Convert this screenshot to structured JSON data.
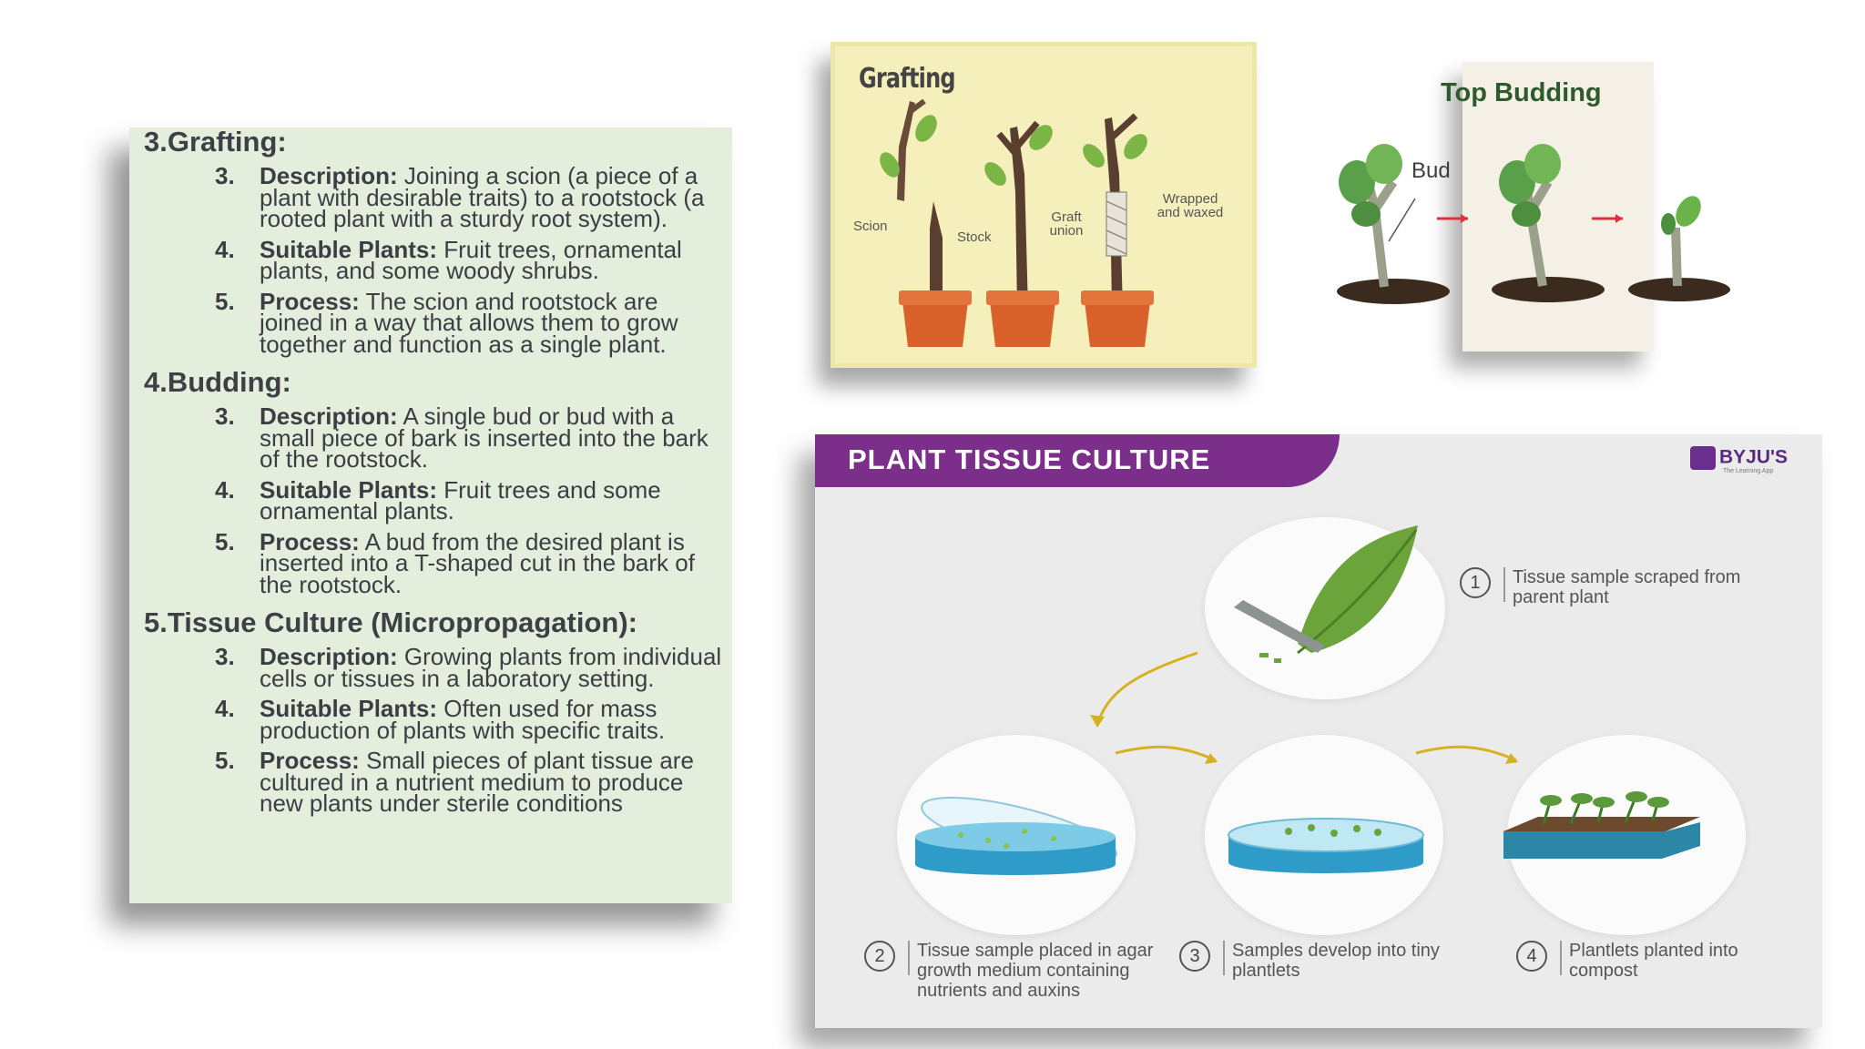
{
  "text_panel": {
    "sections": [
      {
        "title": "3.Grafting:",
        "points": [
          {
            "num": "3.",
            "label": "Description:",
            "text": " Joining a scion (a piece of a plant with desirable traits) to a rootstock (a rooted plant with a sturdy root system)."
          },
          {
            "num": "4.",
            "label": "Suitable Plants:",
            "text": " Fruit trees, ornamental plants, and some woody shrubs."
          },
          {
            "num": "5.",
            "label": "Process:",
            "text": " The scion and rootstock are joined in a way that allows them to grow together and function as a single plant."
          }
        ]
      },
      {
        "title": "4.Budding:",
        "points": [
          {
            "num": "3.",
            "label": "Description:",
            "text": " A single bud or bud with a small piece of bark is inserted into the bark of the rootstock."
          },
          {
            "num": "4.",
            "label": "Suitable Plants:",
            "text": " Fruit trees and some ornamental plants."
          },
          {
            "num": "5.",
            "label": "Process:",
            "text": " A bud from the desired plant is inserted into a T-shaped cut in the bark of the rootstock."
          }
        ]
      },
      {
        "title": "5.Tissue Culture (Micropropagation):",
        "points": [
          {
            "num": "3.",
            "label": "Description:",
            "text": " Growing plants from individual cells or tissues in a laboratory setting."
          },
          {
            "num": "4.",
            "label": "Suitable Plants:",
            "text": " Often used for mass production of plants with specific traits."
          },
          {
            "num": "5.",
            "label": "Process:",
            "text": " Small pieces of plant tissue are cultured in a nutrient medium to produce new plants under sterile conditions"
          }
        ]
      }
    ]
  },
  "grafting_figure": {
    "title": "Grafting",
    "labels": {
      "scion": "Scion",
      "stock": "Stock",
      "graft_union": "Graft union",
      "wrapped": "Wrapped and waxed"
    }
  },
  "budding_figure": {
    "title": "Top Budding",
    "bud_label": "Bud"
  },
  "tissue_culture_figure": {
    "banner": "PLANT TISSUE CULTURE",
    "brand": "BYJU'S",
    "brand_tagline": "The Learning App",
    "steps": [
      {
        "no": "1",
        "text": "Tissue sample scraped from parent plant"
      },
      {
        "no": "2",
        "text": "Tissue sample placed in agar growth medium containing nutrients and auxins"
      },
      {
        "no": "3",
        "text": "Samples develop into tiny plantlets"
      },
      {
        "no": "4",
        "text": "Plantlets planted into compost"
      }
    ]
  },
  "colors": {
    "panel_bg": "#e3eedc",
    "banner_purple": "#7b2f8a",
    "leaf_green": "#6aa43a",
    "pot_orange": "#d9622b",
    "dish_blue": "#3aa6d0",
    "arrow_yellow": "#d6b21e"
  }
}
